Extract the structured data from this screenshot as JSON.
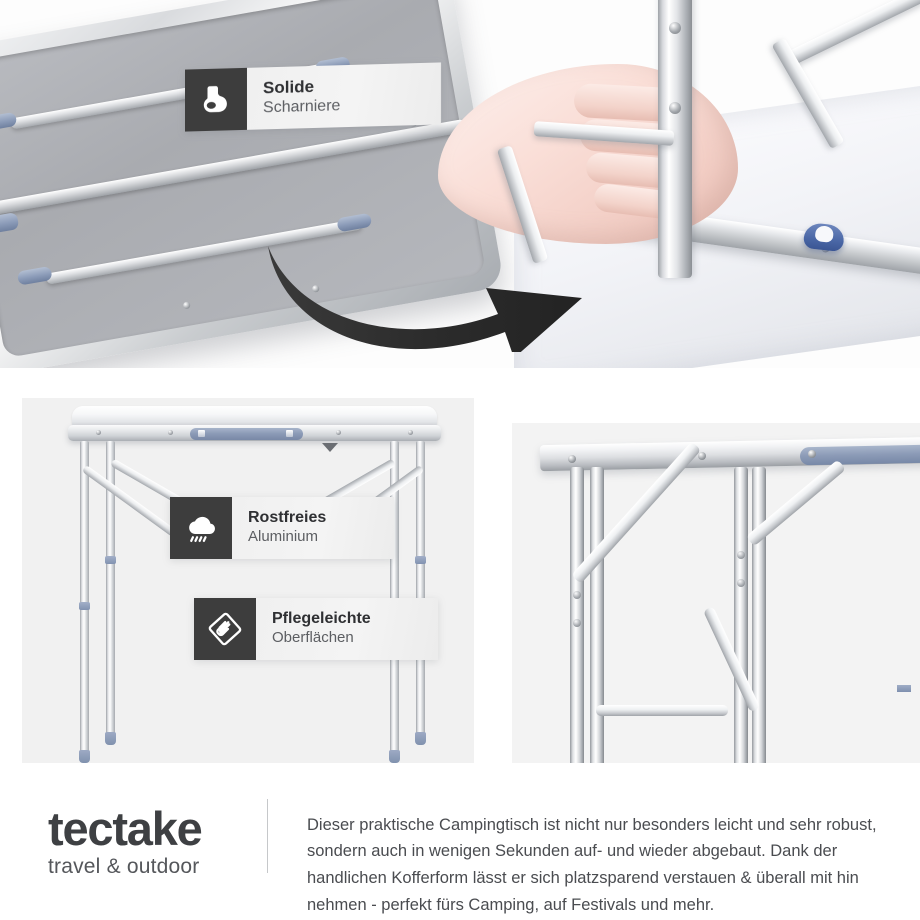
{
  "brand": {
    "name": "tectake",
    "tagline": "travel & outdoor"
  },
  "description": "Dieser praktische Campingtisch ist nicht nur besonders leicht und sehr robust, sondern auch in wenigen Sekunden auf- und wieder abgebaut. Dank der handlichen Kofferform lässt er sich platzsparend verstauen & überall mit hin nehmen - perfekt fürs Camping, auf Festivals und mehr.",
  "badges": [
    {
      "id": "hinges",
      "icon": "flexed-bicep-icon",
      "line1": "Solide",
      "line2": "Scharniere"
    },
    {
      "id": "aluminium",
      "icon": "rain-cloud-icon",
      "line1": "Rostfreies",
      "line2": "Aluminium"
    },
    {
      "id": "surface",
      "icon": "wiping-hand-icon",
      "line1": "Pflegeleichte",
      "line2": "Oberflächen"
    }
  ],
  "panels": [
    {
      "id": "hero",
      "name": "folded-table-and-hand-photo",
      "caption": ""
    },
    {
      "id": "table",
      "name": "assembled-table-photo",
      "caption": ""
    },
    {
      "id": "detail",
      "name": "leg-brace-detail-photo",
      "caption": ""
    }
  ],
  "colors": {
    "badge_icon_bg": "#3d3d3d",
    "badge_text_bg": "#f1f1f1",
    "brand_text": "#3e4043",
    "body_text": "#4a4c50",
    "accent_blue": "#8b9ab6",
    "clip_blue": "#4a67a6",
    "panel_bg": "#f1f1f1",
    "page_bg": "#ffffff",
    "arrow": "#2e2e2e"
  },
  "arrow": {
    "name": "curved-transform-arrow",
    "direction": "left-to-right-upward"
  }
}
